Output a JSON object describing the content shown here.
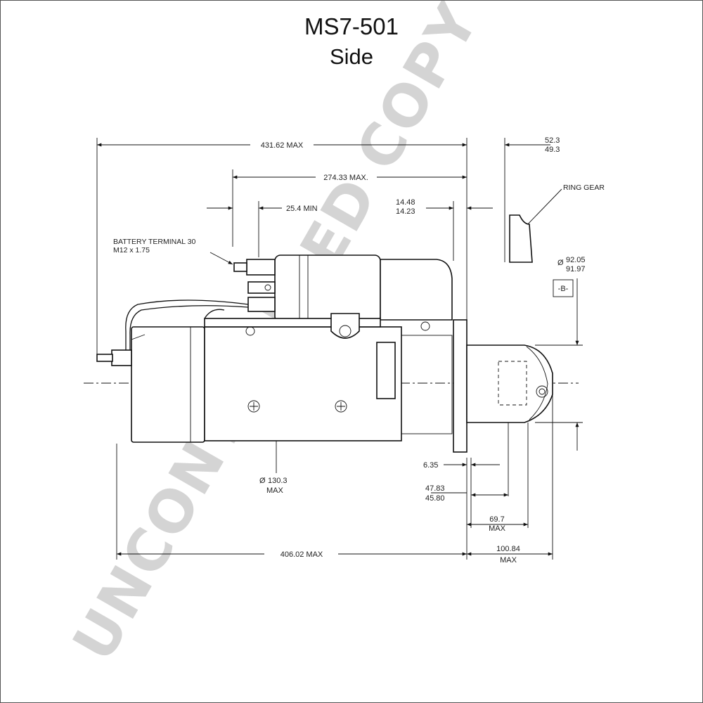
{
  "title": "MS7-501",
  "subtitle": "Side",
  "watermark": "UNCONTROLLED COPY",
  "labels": {
    "battery_terminal_line1": "BATTERY TERMINAL 30",
    "battery_terminal_line2": "M12 x 1.75",
    "ring_gear": "RING GEAR",
    "datum_b": "-B-"
  },
  "dimensions": {
    "overall_length": "431.62 MAX",
    "solenoid_length": "274.33 MAX.",
    "terminal_min": "25.4 MIN",
    "flange_upper": "14.48",
    "flange_lower": "14.23",
    "ring_upper": "52.3",
    "ring_lower": "49.3",
    "pilot_dia_upper": "92.05",
    "pilot_dia_lower": "91.97",
    "body_dia": "130.3",
    "body_dia_note": "MAX",
    "flange_thickness": "6.35",
    "pinion_upper": "47.83",
    "pinion_lower": "45.80",
    "pinion_travel": "69.7",
    "pinion_travel_note": "MAX",
    "nose_length": "100.84",
    "nose_length_note": "MAX",
    "body_length": "406.02 MAX"
  },
  "colors": {
    "line": "#111111",
    "watermark": "#d4d4d4"
  }
}
